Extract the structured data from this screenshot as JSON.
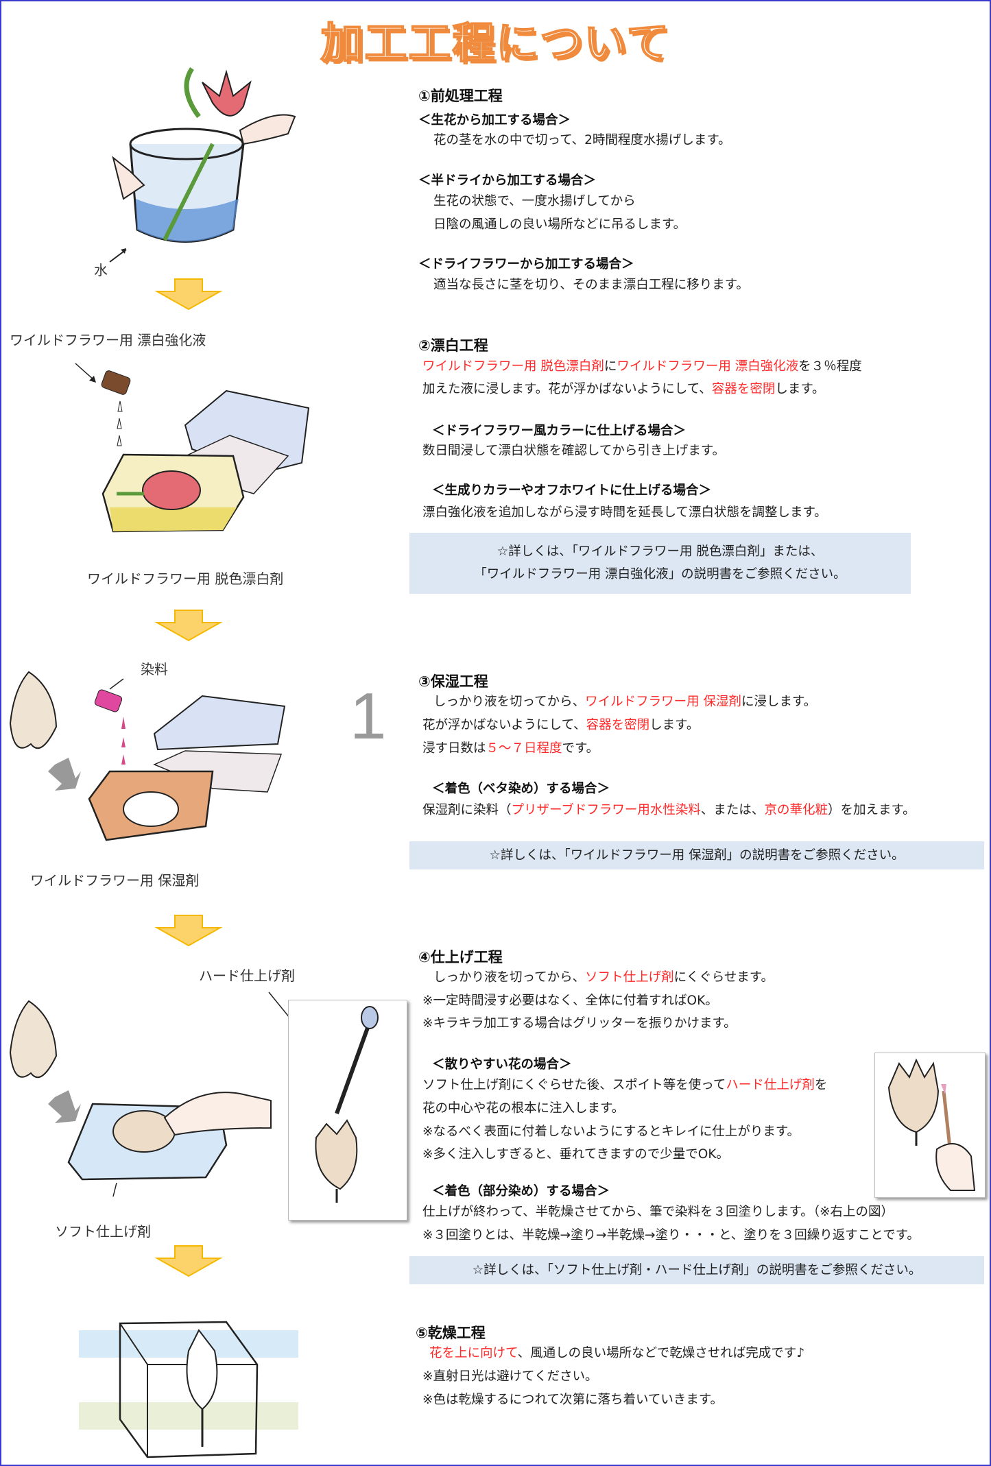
{
  "title": "加工工程について",
  "labels": {
    "water": "水",
    "bleach_enhancer": "ワイルドフラワー用 漂白強化液",
    "bleach": "ワイルドフラワー用 脱色漂白剤",
    "dye": "染料",
    "moisturizer": "ワイルドフラワー用 保湿剤",
    "hard_finish": "ハード仕上げ剤",
    "soft_finish": "ソフト仕上げ剤",
    "page_number": "1"
  },
  "s1": {
    "heading": "①前処理工程",
    "sub1": "＜生花から加工する場合＞",
    "sub1_body": "花の茎を水の中で切って、2時間程度水揚げします。",
    "sub2": "＜半ドライから加工する場合＞",
    "sub2_body1": "生花の状態で、一度水揚げしてから",
    "sub2_body2": "日陰の風通しの良い場所などに吊るします。",
    "sub3": "＜ドライフラワーから加工する場合＞",
    "sub3_body": "適当な長さに茎を切り、そのまま漂白工程に移ります。"
  },
  "s2": {
    "heading": "②漂白工程",
    "l1": [
      "ワイルドフラワー用 脱色漂白剤",
      "に",
      "ワイルドフラワー用 漂白強化液",
      "を３％程度"
    ],
    "l2": [
      "加えた液に浸します。花が浮かばないようにして、",
      "容器を密閉",
      "します。"
    ],
    "sub1": "＜ドライフラワー風カラーに仕上げる場合＞",
    "sub1_body": "数日間浸して漂白状態を確認してから引き上げます。",
    "sub2": "＜生成りカラーやオフホワイトに仕上げる場合＞",
    "sub2_body": "漂白強化液を追加しながら浸す時間を延長して漂白状態を調整します。",
    "note1": "☆詳しくは、「ワイルドフラワー用 脱色漂白剤」または、",
    "note2": "「ワイルドフラワー用 漂白強化液」の説明書をご参照ください。"
  },
  "s3": {
    "heading": "③保湿工程",
    "l1": [
      "しっかり液を切ってから、",
      "ワイルドフラワー用 保湿剤",
      "に浸します。"
    ],
    "l2": [
      "花が浮かばないようにして、",
      "容器を密閉",
      "します。"
    ],
    "l3": [
      "浸す日数は",
      "５～７日程度",
      "です。"
    ],
    "sub1": "＜着色（ベタ染め）する場合＞",
    "l4": [
      "保湿剤に染料（",
      "プリザーブドフラワー用水性染料",
      "、または、",
      "京の華化粧",
      "）を加えます。"
    ],
    "note": "☆詳しくは、「ワイルドフラワー用 保湿剤」の説明書をご参照ください。"
  },
  "s4": {
    "heading": "④仕上げ工程",
    "l1": [
      "しっかり液を切ってから、",
      "ソフト仕上げ剤",
      "にくぐらせます。"
    ],
    "l2": "※一定時間浸す必要はなく、全体に付着すればOK。",
    "l3": "※キラキラ加工する場合はグリッターを振りかけます。",
    "sub1": "＜散りやすい花の場合＞",
    "l4": [
      "ソフト仕上げ剤にくぐらせた後、スポイト等を使って",
      "ハード仕上げ剤",
      "を"
    ],
    "l5": "花の中心や花の根本に注入します。",
    "l6": "※なるべく表面に付着しないようにするとキレイに仕上がります。",
    "l7": "※多く注入しすぎると、垂れてきますので少量でOK。",
    "sub2": "＜着色（部分染め）する場合＞",
    "l8": "仕上げが終わって、半乾燥させてから、筆で染料を３回塗りします。（※右上の図）",
    "l9": "※３回塗りとは、半乾燥→塗り→半乾燥→塗り・・・と、塗りを３回繰り返すことです。",
    "note": "☆詳しくは、「ソフト仕上げ剤・ハード仕上げ剤」の説明書をご参照ください。"
  },
  "s5": {
    "heading": "⑤乾燥工程",
    "l1": [
      "花を上に向けて",
      "、風通しの良い場所などで乾燥させれば完成です♪"
    ],
    "l2": "※直射日光は避けてください。",
    "l3": "※色は乾燥するにつれて次第に落ち着いていきます。"
  },
  "colors": {
    "accent_red": "#ff2a2a",
    "note_bg": "#dce7f3",
    "title_orange": "#f08a3c",
    "arrow_yellow": "#fcd36b",
    "border_blue": "#3a3ad0"
  }
}
